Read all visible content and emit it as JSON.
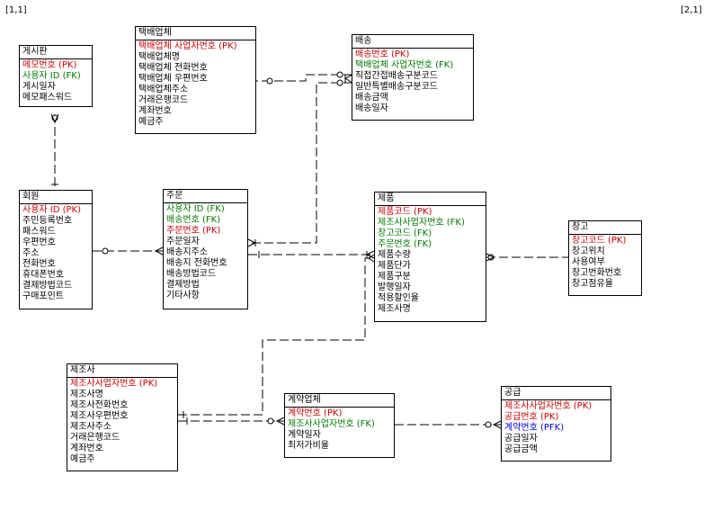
{
  "page_labels": {
    "left": "[1,1]",
    "right": "[2,1]"
  },
  "colors": {
    "pk": "#cc0000",
    "fk": "#007a00",
    "pfk": "#0000cc",
    "plain": "#000000"
  },
  "entities": [
    {
      "id": "board",
      "name": "게시판",
      "attrs": [
        {
          "text": "메모번호 (PK)",
          "kind": "pk"
        },
        {
          "text": "사용자 ID (FK)",
          "kind": "fk"
        },
        {
          "text": "게시일자",
          "kind": "plain"
        },
        {
          "text": "메모패스워드",
          "kind": "plain"
        }
      ]
    },
    {
      "id": "courier",
      "name": "택배업체",
      "attrs": [
        {
          "text": "택배업체 사업자번호 (PK)",
          "kind": "pk"
        },
        {
          "text": "택배업체명",
          "kind": "plain"
        },
        {
          "text": "택배업체 전화번호",
          "kind": "plain"
        },
        {
          "text": "택배업체 우편번호",
          "kind": "plain"
        },
        {
          "text": "택배업체주소",
          "kind": "plain"
        },
        {
          "text": "거래은행코드",
          "kind": "plain"
        },
        {
          "text": "계좌번호",
          "kind": "plain"
        },
        {
          "text": "예금주",
          "kind": "plain"
        }
      ]
    },
    {
      "id": "delivery",
      "name": "배송",
      "attrs": [
        {
          "text": "배송번호 (PK)",
          "kind": "pk"
        },
        {
          "text": "택배업체 사업자번호 (FK)",
          "kind": "fk"
        },
        {
          "text": "직접간접배송구분코드",
          "kind": "plain"
        },
        {
          "text": "일반특별배송구분코드",
          "kind": "plain"
        },
        {
          "text": "배송금액",
          "kind": "plain"
        },
        {
          "text": "배송일자",
          "kind": "plain"
        }
      ]
    },
    {
      "id": "member",
      "name": "회원",
      "attrs": [
        {
          "text": "사용자 ID (PK)",
          "kind": "pk"
        },
        {
          "text": "주민등록번호",
          "kind": "plain"
        },
        {
          "text": "패스워드",
          "kind": "plain"
        },
        {
          "text": "우편번호",
          "kind": "plain"
        },
        {
          "text": "주소",
          "kind": "plain"
        },
        {
          "text": "전화번호",
          "kind": "plain"
        },
        {
          "text": "휴대폰번호",
          "kind": "plain"
        },
        {
          "text": "결제방법코드",
          "kind": "plain"
        },
        {
          "text": "구매포인트",
          "kind": "plain"
        }
      ]
    },
    {
      "id": "order",
      "name": "주문",
      "attrs": [
        {
          "text": "사용자 ID (FK)",
          "kind": "fk"
        },
        {
          "text": "배송번호 (FK)",
          "kind": "fk"
        },
        {
          "text": "주문번호 (PK)",
          "kind": "pk"
        },
        {
          "text": "주문일자",
          "kind": "plain"
        },
        {
          "text": "배송지주소",
          "kind": "plain"
        },
        {
          "text": "배송지 전화번호",
          "kind": "plain"
        },
        {
          "text": "배송방법코드",
          "kind": "plain"
        },
        {
          "text": "결제방법",
          "kind": "plain"
        },
        {
          "text": "기타사항",
          "kind": "plain"
        }
      ]
    },
    {
      "id": "product",
      "name": "제품",
      "attrs": [
        {
          "text": "제품코드 (PK)",
          "kind": "pk"
        },
        {
          "text": "제조사사업자번호 (FK)",
          "kind": "fk"
        },
        {
          "text": "창고코드 (FK)",
          "kind": "fk"
        },
        {
          "text": "주문번호 (FK)",
          "kind": "fk"
        },
        {
          "text": "제품수량",
          "kind": "plain"
        },
        {
          "text": "제품단가",
          "kind": "plain"
        },
        {
          "text": "제품구분",
          "kind": "plain"
        },
        {
          "text": "발행일자",
          "kind": "plain"
        },
        {
          "text": "적용할인율",
          "kind": "plain"
        },
        {
          "text": "제조사명",
          "kind": "plain"
        }
      ]
    },
    {
      "id": "warehouse",
      "name": "창고",
      "attrs": [
        {
          "text": "창고코드 (PK)",
          "kind": "pk"
        },
        {
          "text": "창고위치",
          "kind": "plain"
        },
        {
          "text": "사용여부",
          "kind": "plain"
        },
        {
          "text": "창고번화번호",
          "kind": "plain"
        },
        {
          "text": "창고점유율",
          "kind": "plain"
        }
      ]
    },
    {
      "id": "maker",
      "name": "제조사",
      "attrs": [
        {
          "text": "제조사사업자번호 (PK)",
          "kind": "pk"
        },
        {
          "text": "제조사명",
          "kind": "plain"
        },
        {
          "text": "제조사전화번호",
          "kind": "plain"
        },
        {
          "text": "제조사우편번호",
          "kind": "plain"
        },
        {
          "text": "제조사주소",
          "kind": "plain"
        },
        {
          "text": "거래은행코드",
          "kind": "plain"
        },
        {
          "text": "계좌번호",
          "kind": "plain"
        },
        {
          "text": "예금주",
          "kind": "plain"
        }
      ]
    },
    {
      "id": "contractor",
      "name": "계약업체",
      "attrs": [
        {
          "text": "계약번호 (PK)",
          "kind": "pk"
        },
        {
          "text": "제조사사업자번호 (FK)",
          "kind": "fk"
        },
        {
          "text": "계약일자",
          "kind": "plain"
        },
        {
          "text": "최저가비율",
          "kind": "plain"
        }
      ]
    },
    {
      "id": "supply",
      "name": "공급",
      "attrs": [
        {
          "text": "제조사사업자번호 (PK)",
          "kind": "pk"
        },
        {
          "text": "공급번호 (PK)",
          "kind": "pk"
        },
        {
          "text": "계약번호 (PFK)",
          "kind": "pfk"
        },
        {
          "text": "공급일자",
          "kind": "plain"
        },
        {
          "text": "공급금액",
          "kind": "plain"
        }
      ]
    }
  ]
}
